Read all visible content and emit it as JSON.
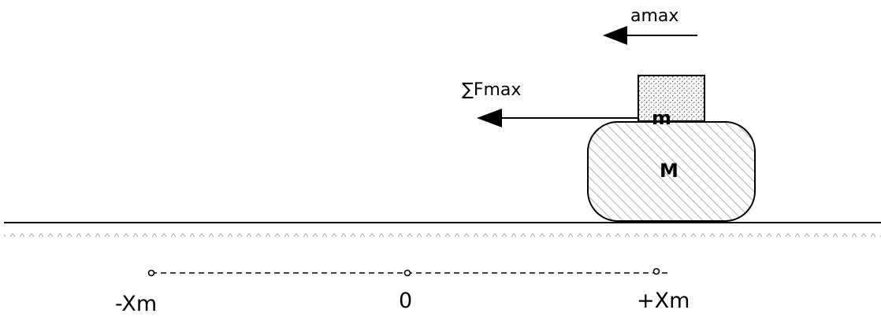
{
  "diagram": {
    "block_small_label": "m",
    "block_large_label": "M",
    "force_label": "∑Fmax",
    "accel_label": "amax",
    "axis_labels": {
      "left": "-Xm",
      "center": "0",
      "right": "+Xm"
    }
  }
}
